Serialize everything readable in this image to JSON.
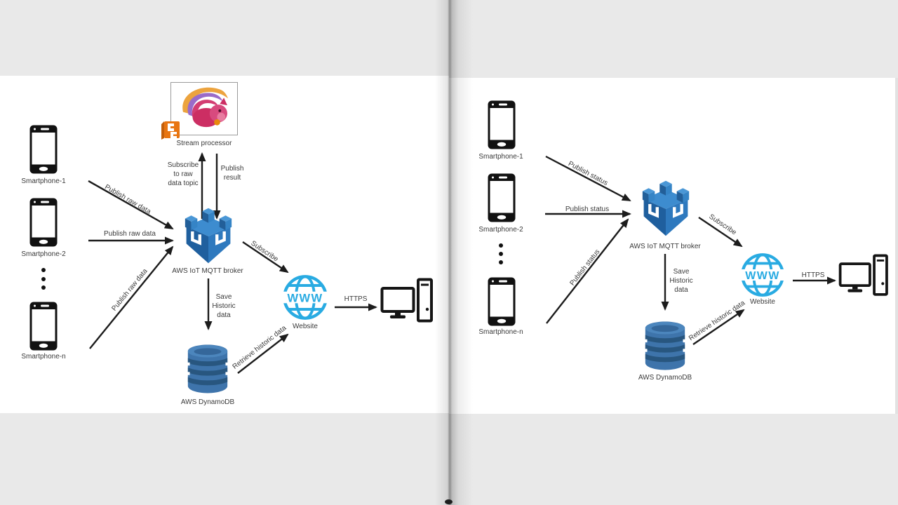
{
  "background": {
    "backdrop_color": "#e9e9e9",
    "page_color": "#ffffff",
    "broker_blue": "#2e79be",
    "dynamodb_blue": "#3e74ab",
    "globe_blue": "#29abe2",
    "stream_icon_orange": "#e87511"
  },
  "icons": {
    "flink_squirrel": "flink-squirrel-icon",
    "stream_cube": "aws-stream-cube-icon",
    "smartphone": "smartphone-icon",
    "broker": "aws-iot-cube-icon",
    "dynamodb": "database-cylinder-icon",
    "website": "www-globe-icon",
    "computer": "desktop-computer-icon",
    "ellipsis": "vertical-dots"
  },
  "left": {
    "stream_processor_label": "Stream processor",
    "subscribe_topic_lines": [
      "Subscribe",
      "to raw",
      "data topic"
    ],
    "publish_result_lines": [
      "Publish",
      "result"
    ],
    "phone1_label": "Smartphone-1",
    "phone2_label": "Smartphone-2",
    "phonen_label": "Smartphone-n",
    "publish_raw_1": "Publish raw data",
    "publish_raw_2": "Publish raw data",
    "publish_raw_n": "Publish raw data",
    "broker_label": "AWS IoT MQTT broker",
    "subscribe_label": "Subscribe",
    "save_lines": [
      "Save",
      "Historic",
      "data"
    ],
    "dynamodb_label": "AWS DynamoDB",
    "retrieve_label": "Retrieve historic data",
    "website_label": "Website",
    "https_label": "HTTPS"
  },
  "right": {
    "phone1_label": "Smartphone-1",
    "phone2_label": "Smartphone-2",
    "phonen_label": "Smartphone-n",
    "publish_status_1": "Publish status",
    "publish_status_2": "Publish status",
    "publish_status_n": "Publish status",
    "broker_label": "AWS IoT MQTT broker",
    "subscribe_label": "Subscribe",
    "save_lines": [
      "Save",
      "Historic",
      "data"
    ],
    "dynamodb_label": "AWS DynamoDB",
    "retrieve_label": "Retrieve historic data",
    "website_label": "Website",
    "https_label": "HTTPS"
  }
}
